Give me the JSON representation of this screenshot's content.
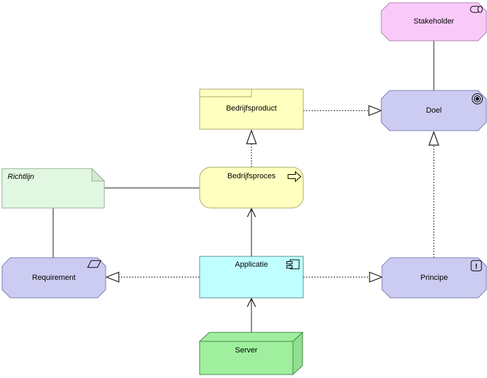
{
  "nodes": {
    "stakeholder": {
      "label": "Stakeholder",
      "fill": "#f9caf9",
      "stroke": "#b381b3",
      "icon": "role-icon"
    },
    "doel": {
      "label": "Doel",
      "fill": "#ccccf2",
      "stroke": "#7d7db3",
      "icon": "goal-icon"
    },
    "bedrijfsproduct": {
      "label": "Bedrijfsproduct",
      "fill": "#ffffc0",
      "stroke": "#a8a870",
      "icon": "product-tab-icon"
    },
    "bedrijfsproces": {
      "label": "Bedrijfsproces",
      "fill": "#ffffc0",
      "stroke": "#a8a870",
      "icon": "process-arrow-icon"
    },
    "richtlijn": {
      "label": "Richtlijn",
      "fill": "#e2f7e2",
      "stroke": "#92b092",
      "icon": "note-folded-corner"
    },
    "requirement": {
      "label": "Requirement",
      "fill": "#ccccf2",
      "stroke": "#7d7db3",
      "icon": "requirement-parallelogram-icon"
    },
    "applicatie": {
      "label": "Applicatie",
      "fill": "#c0ffff",
      "stroke": "#5a8f8f",
      "icon": "component-icon"
    },
    "principe": {
      "label": "Principe",
      "fill": "#ccccf2",
      "stroke": "#7d7db3",
      "icon": "principle-exclamation-icon",
      "icon_glyph": "!"
    },
    "server": {
      "label": "Server",
      "fill": "#9fef9f",
      "fill_side": "#8fdf8f",
      "stroke": "#458545",
      "icon": "node-3d-box"
    }
  },
  "relationships": [
    {
      "from": "Stakeholder",
      "to": "Doel",
      "type": "association",
      "line": "solid",
      "arrow": "none"
    },
    {
      "from": "Bedrijfsproduct",
      "to": "Doel",
      "type": "realization",
      "line": "dotted",
      "arrow": "hollow-triangle"
    },
    {
      "from": "Bedrijfsproces",
      "to": "Bedrijfsproduct",
      "type": "realization",
      "line": "dotted",
      "arrow": "hollow-triangle"
    },
    {
      "from": "Principe",
      "to": "Doel",
      "type": "realization",
      "line": "dotted",
      "arrow": "hollow-triangle"
    },
    {
      "from": "Applicatie",
      "to": "Requirement",
      "type": "realization",
      "line": "dotted",
      "arrow": "hollow-triangle"
    },
    {
      "from": "Applicatie",
      "to": "Principe",
      "type": "realization",
      "line": "dotted",
      "arrow": "hollow-triangle"
    },
    {
      "from": "Applicatie",
      "to": "Bedrijfsproces",
      "type": "serving",
      "line": "solid",
      "arrow": "open"
    },
    {
      "from": "Server",
      "to": "Applicatie",
      "type": "serving",
      "line": "solid",
      "arrow": "open"
    },
    {
      "from": "Richtlijn",
      "to": "Bedrijfsproces",
      "type": "association",
      "line": "solid",
      "arrow": "none"
    },
    {
      "from": "Richtlijn",
      "to": "Requirement",
      "type": "association",
      "line": "solid",
      "arrow": "none"
    }
  ]
}
